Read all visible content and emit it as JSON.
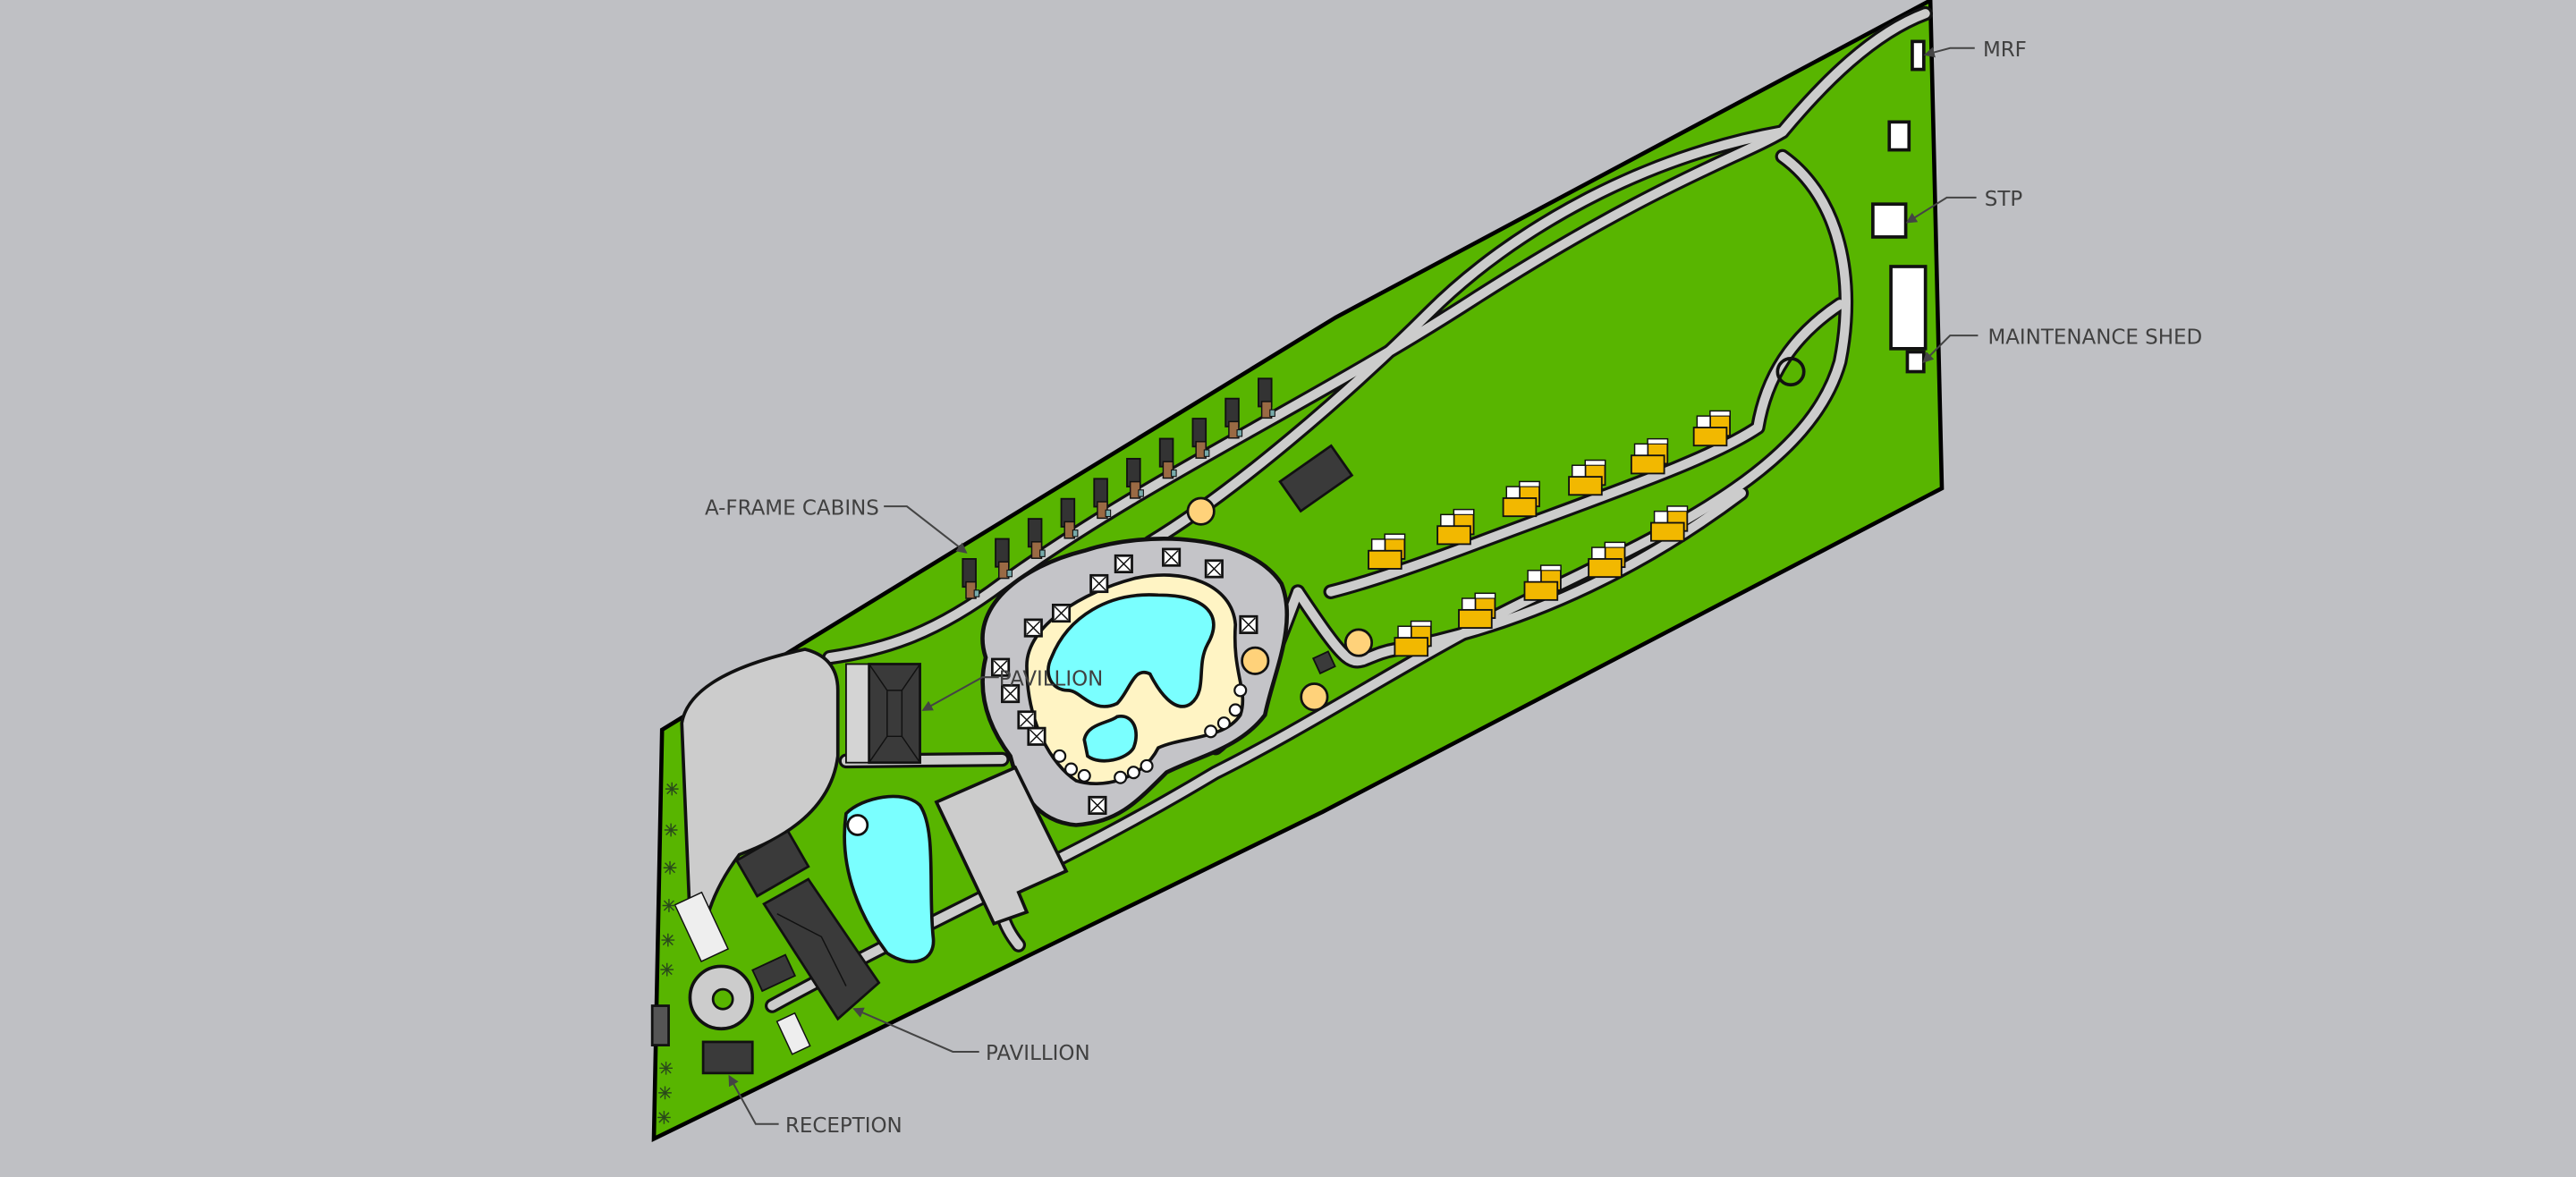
{
  "site_plan": {
    "labels": {
      "a_frame_cabins": "A-FRAME CABINS",
      "pavillion_upper": "PAVILLION",
      "pavillion_lower": "PAVILLION",
      "reception": "RECEPTION",
      "mrf": "MRF",
      "stp": "STP",
      "maintenance_shed": "MAINTENANCE SHED"
    },
    "colors": {
      "background": "#bfc0c4",
      "grass": "#58b500",
      "road": "#cccccc",
      "pool": "#7affff",
      "sand": "#fff4c4",
      "roof": "#3a3a3a",
      "cabin_yellow": "#f2b800",
      "a_frame_wood": "#9a6a44",
      "umbrella": "#ffd27a"
    }
  }
}
